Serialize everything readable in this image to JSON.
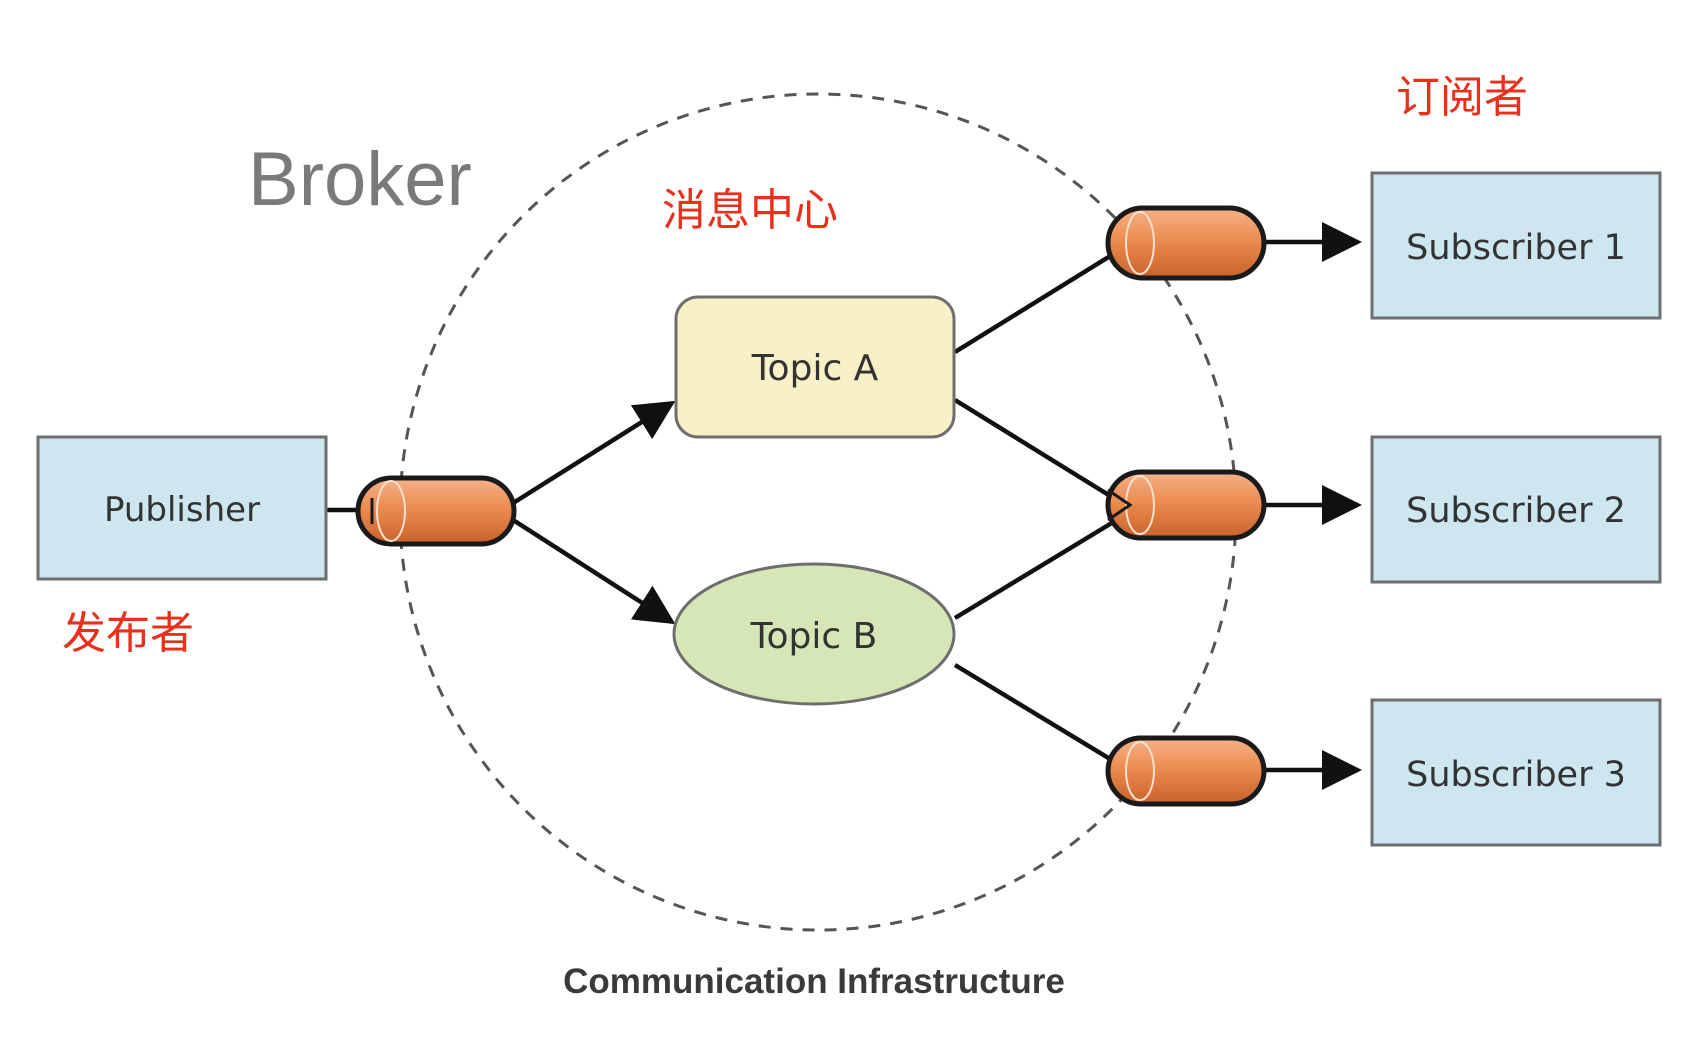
{
  "labels": {
    "broker": "Broker",
    "publisher_cn": "发布者",
    "subscriber_cn": "订阅者",
    "center_cn": "消息中心",
    "footer": "Communication Infrastructure"
  },
  "nodes": {
    "publisher": "Publisher",
    "topic_a": "Topic A",
    "topic_b": "Topic B",
    "subscribers": [
      "Subscriber 1",
      "Subscriber 2",
      "Subscriber 3"
    ]
  },
  "colors": {
    "box_fill": "#cde6f0",
    "box_stroke": "#6e6e6e",
    "topic_a_fill": "#f8f0c6",
    "topic_b_fill": "#d7e6b6",
    "pipe_fill": "#ec8c50",
    "pipe_stroke": "#1a1a1a",
    "annotation_red": "#e8301c",
    "broker_gray": "#7a7a7a",
    "dashed_circle": "#555555"
  }
}
